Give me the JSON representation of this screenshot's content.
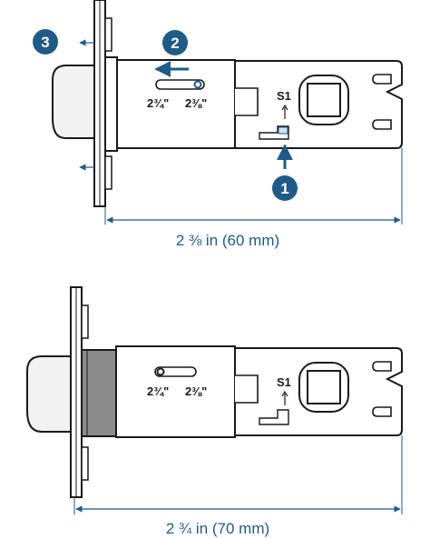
{
  "colors": {
    "accent": "#1e5b88",
    "line": "#1a1a1a",
    "dark_fill": "#8c8c8c",
    "light_fill": "#f2f2f2"
  },
  "callouts": {
    "step1": "1",
    "step2": "2",
    "step3": "3"
  },
  "top_latch": {
    "backset_short": "2¾\"",
    "backset_long": "2⅜\"",
    "switch_label": "S1",
    "dimension": "2 ⅜ in (60 mm)"
  },
  "bottom_latch": {
    "backset_short": "2¾\"",
    "backset_long": "2⅜\"",
    "switch_label": "S1",
    "dimension": "2 ¾ in (70 mm)"
  }
}
